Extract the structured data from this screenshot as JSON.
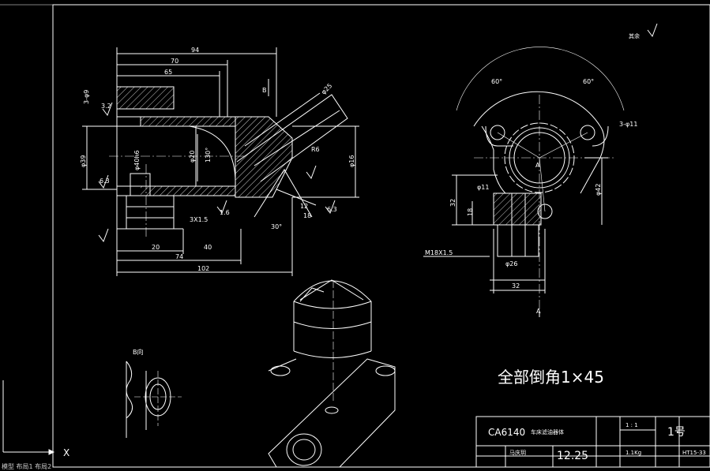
{
  "dims": {
    "d94": "94",
    "d70": "70",
    "d65": "65",
    "d3phi9": "3-φ9",
    "d39": "φ39",
    "d20": "φ20",
    "d40h6": "φ40h6",
    "d130": "130°",
    "d16": "φ16",
    "dR6": "R6",
    "d30deg": "30°",
    "d25": "φ25",
    "d12": "12",
    "d18": "18",
    "d3x15": "3X1.5",
    "d1_6": "1.6",
    "d20b": "20",
    "d40": "40",
    "d74": "74",
    "d102": "102",
    "d6_3": "6.3",
    "d3_2": "3.2",
    "d60a": "60°",
    "d60b": "60°",
    "d3phi11": "3-φ11",
    "d11": "φ11",
    "d32v": "32",
    "d18v": "18",
    "d42": "φ42",
    "dM18": "M18X1.5",
    "d26": "φ26",
    "d32h": "32",
    "dA": "A",
    "dB": "B",
    "dAlabel": "A"
  },
  "notes": {
    "view_b": "B向",
    "rough": "其余",
    "chamfer": "全部倒角1×45"
  },
  "ucs": {
    "x_label": "X"
  },
  "title_block": {
    "part": "CA6140",
    "part_sub": "车床滤油器体",
    "scale": "1 : 1",
    "sheet": "1号",
    "drawer": "马庆玥",
    "date": "12.25",
    "weight": "1.1Kg",
    "material": "HT15-33"
  },
  "bottom_text": "模型 布局1 布局2"
}
